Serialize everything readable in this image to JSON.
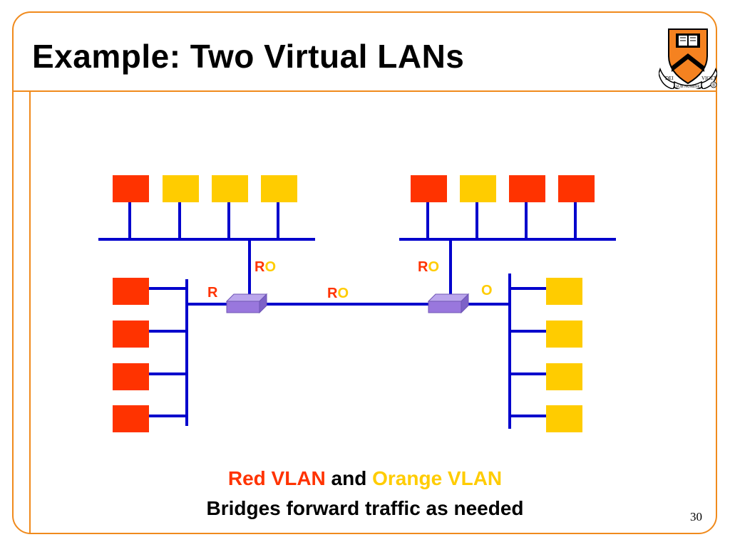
{
  "slide": {
    "title": "Example: Two Virtual LANs",
    "page_number": "30"
  },
  "logo": {
    "icon": "princeton-shield-icon",
    "motto_left": "DEI",
    "motto_center": "SUB NUMINE",
    "motto_right": "VIGET",
    "registered_mark": "®"
  },
  "colors": {
    "red_vlan": "#ff3300",
    "orange_vlan": "#ffcc00",
    "bus": "#0000cc",
    "bridge": "#9977dd",
    "frame": "#f08a1c"
  },
  "diagram": {
    "left_segment_hosts": [
      "red",
      "orange",
      "orange",
      "orange"
    ],
    "right_segment_hosts": [
      "red",
      "orange",
      "red",
      "red"
    ],
    "left_vertical_hosts": [
      "red",
      "red",
      "red",
      "red"
    ],
    "right_vertical_hosts": [
      "orange",
      "orange",
      "orange",
      "orange"
    ],
    "port_labels": {
      "left_bridge_top": {
        "first": "R",
        "second": "O"
      },
      "left_bridge_left": {
        "first": "R"
      },
      "link_between_bridges": {
        "first": "R",
        "second": "O"
      },
      "right_bridge_top": {
        "first": "R",
        "second": "O"
      },
      "right_bridge_right": {
        "second": "O"
      }
    }
  },
  "caption": {
    "line1_red": "Red VLAN",
    "line1_and": "and",
    "line1_orange": "Orange VLAN",
    "line2": "Bridges forward traffic as needed"
  }
}
